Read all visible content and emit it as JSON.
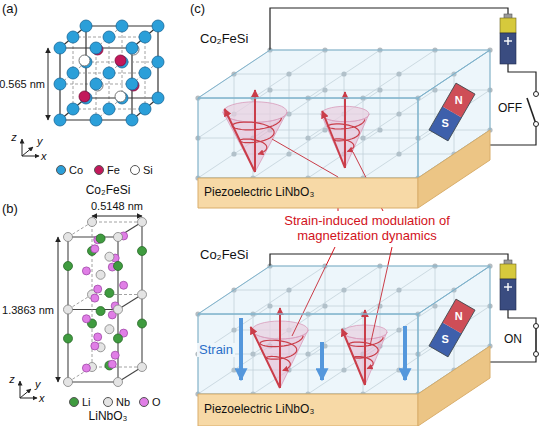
{
  "diagram": {
    "nodes": [
      {
        "text": [
          "Co₂FeSi"
        ]
      },
      {
        "text": [
          "Piezoelectric LiNbO₃"
        ]
      },
      {
        "text": [
          "Co₂FeSi"
        ]
      },
      {
        "text": [
          "Piezoelectric LiNbO₃"
        ]
      }
    ],
    "labels": [
      "(a)",
      "0.565 nm",
      "z",
      "y",
      "x",
      "Co₂FeSi",
      "(b)",
      "0.5148 nm",
      "1.3863 nm",
      "z",
      "y",
      "x",
      "LiNbO₃",
      "(c)",
      "N",
      "S",
      "OFF",
      "Strain-induced modulation of magnetization dynamics",
      "N",
      "S",
      "Strain",
      "ON"
    ],
    "legend": [
      {
        "text": "Co",
        "color": "#2b9fd9"
      },
      {
        "text": "Fe",
        "color": "#c2185b"
      },
      {
        "text": "Si",
        "color": "#ffffff"
      },
      {
        "text": "Li",
        "color": "#3f9b3f"
      },
      {
        "text": "Nb",
        "color": "#e4e4e4"
      },
      {
        "text": "O",
        "color": "#e07ee6"
      }
    ]
  }
}
